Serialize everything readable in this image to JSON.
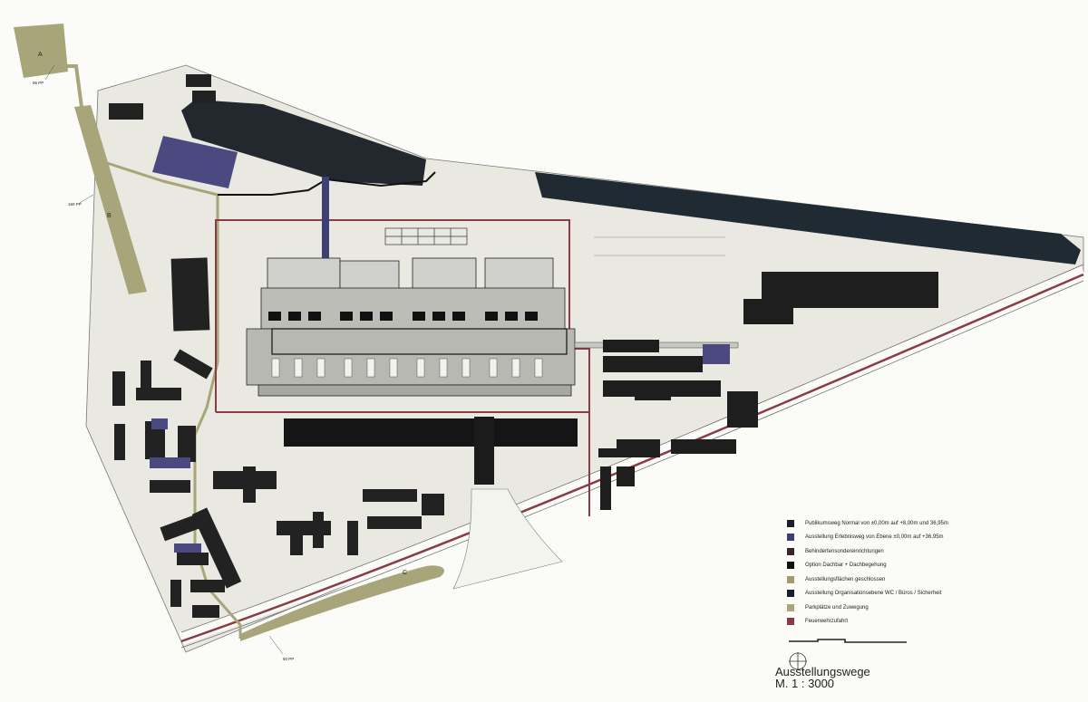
{
  "plan": {
    "areas": [
      {
        "letter": "A",
        "capacity": "56 PP"
      },
      {
        "letter": "B",
        "capacity": "160 PP"
      },
      {
        "letter": "C",
        "capacity": "50 PP"
      }
    ]
  },
  "legend": {
    "items": [
      {
        "label": "Publikumsweg Normal von ±0,00m auf +8,00m und 36,95m",
        "color": "#1b1d2c"
      },
      {
        "label": "Ausstellung Erlebnisweg von Ebene ±0,00m auf +36,95m",
        "color": "#3e3f75"
      },
      {
        "label": "Behindertensondereinrichtungen",
        "color": "#3a2428"
      },
      {
        "label": "Option Dachbar + Dachbegehung",
        "color": "#111111"
      },
      {
        "label": "Ausstellungsflächen geschlossen",
        "color": "#a49a72"
      },
      {
        "label": "Ausstellung Organisationsebene WC / Büros / Sicherheit",
        "color": "#1c1e2e"
      },
      {
        "label": "Parkplätze und Zuwegung",
        "color": "#a8a57a"
      },
      {
        "label": "Feuerwehrzufahrt",
        "color": "#8a3b43"
      }
    ]
  },
  "title": {
    "name": "Ausstellungswege",
    "scale": "M. 1 : 3000"
  }
}
